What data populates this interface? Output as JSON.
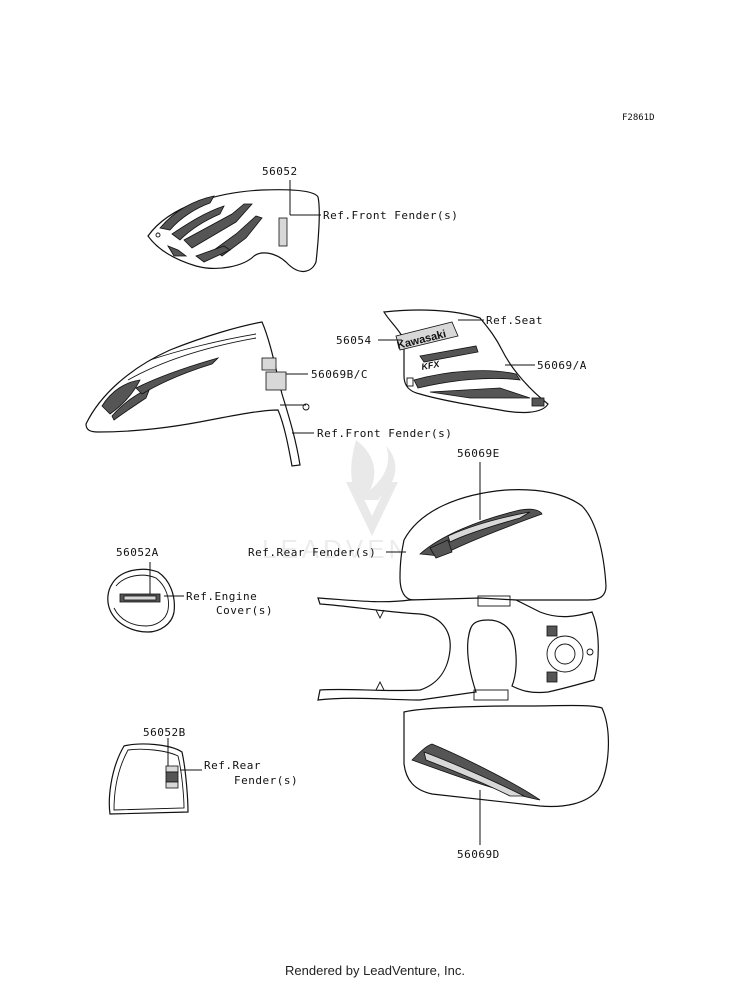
{
  "diagram_id": "F2861D",
  "watermark": "LEADVENTURE",
  "parts": [
    {
      "number": "56052",
      "ref": "Ref.Front Fender(s)"
    },
    {
      "number": "56054",
      "ref": "Ref.Seat"
    },
    {
      "number": "56069/A",
      "ref": ""
    },
    {
      "number": "56069B/C",
      "ref": "Ref.Front Fender(s)"
    },
    {
      "number": "56069E",
      "ref": "Ref.Rear Fender(s)"
    },
    {
      "number": "56052A",
      "ref_line1": "Ref.Engine",
      "ref_line2": "Cover(s)"
    },
    {
      "number": "56052B",
      "ref_line1": "Ref.Rear",
      "ref_line2": "Fender(s)"
    },
    {
      "number": "56069D",
      "ref": ""
    }
  ],
  "decal_text": {
    "brand": "Kawasaki",
    "model": "KFX"
  },
  "footer": "Rendered by LeadVenture, Inc."
}
